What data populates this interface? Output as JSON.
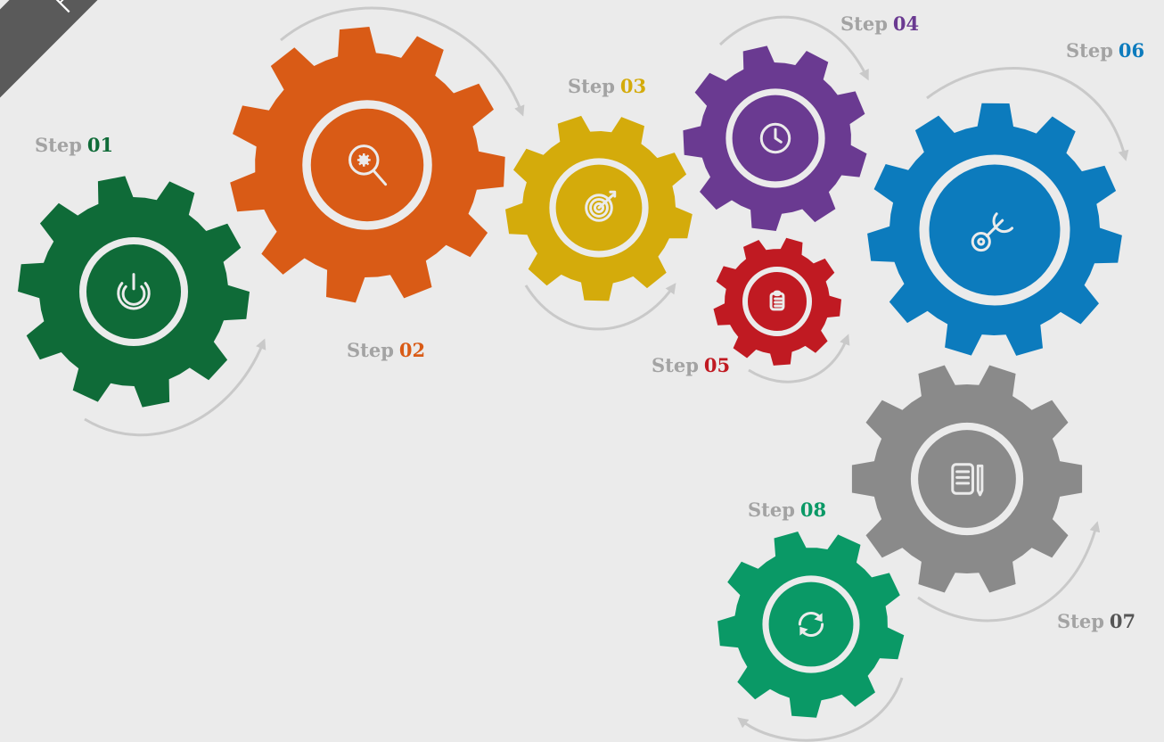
{
  "banner": {
    "text": "PL"
  },
  "colors": {
    "background": "#ebebeb",
    "label_gray": "#a3a3a3",
    "arrow_gray": "#c9c9c9",
    "ring": "#ebebeb"
  },
  "steps": [
    {
      "word": "Step",
      "number": "01",
      "color": "#0f6b38",
      "icon": "power-icon"
    },
    {
      "word": "Step",
      "number": "02",
      "color": "#d95b16",
      "icon": "search-gear-icon"
    },
    {
      "word": "Step",
      "number": "03",
      "color": "#d4ab0b",
      "icon": "target-icon"
    },
    {
      "word": "Step",
      "number": "04",
      "color": "#6a3a91",
      "icon": "clock-icon"
    },
    {
      "word": "Step",
      "number": "05",
      "color": "#c01a22",
      "icon": "clipboard-icon"
    },
    {
      "word": "Step",
      "number": "06",
      "color": "#0c7bbd",
      "icon": "wrench-icon"
    },
    {
      "word": "Step",
      "number": "07",
      "color": "#8a8a8a",
      "icon": "document-pencil-icon"
    },
    {
      "word": "Step",
      "number": "08",
      "color": "#0a9966",
      "icon": "refresh-icon"
    }
  ]
}
